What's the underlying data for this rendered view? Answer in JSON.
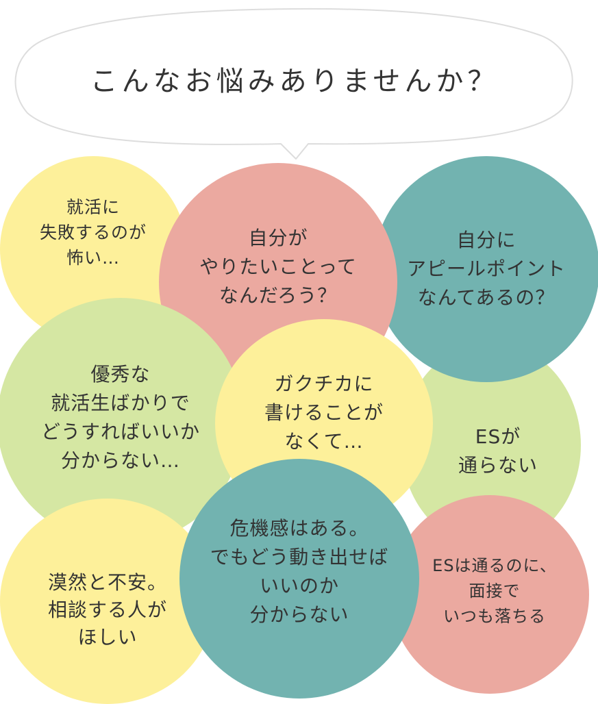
{
  "header": {
    "title": "こんなお悩みありませんか？"
  },
  "colors": {
    "yellow": "#fdf09a",
    "pink": "#eba9a0",
    "teal": "#72b3b0",
    "green": "#d5e7a3",
    "text": "#333333",
    "bubble_stroke": "#dddddd"
  },
  "worries": [
    {
      "color": "yellow",
      "lines": [
        "就活に",
        "失敗するのが",
        "怖い…"
      ]
    },
    {
      "color": "pink",
      "lines": [
        "自分が",
        "やりたいことって",
        "なんだろう？"
      ]
    },
    {
      "color": "teal",
      "lines": [
        "自分に",
        "アピールポイント",
        "なんてあるの？"
      ]
    },
    {
      "color": "green",
      "lines": [
        "優秀な",
        "就活生ばかりで",
        "どうすればいいか",
        "分からない…"
      ]
    },
    {
      "color": "green",
      "lines": [
        "ESが",
        "通らない"
      ]
    },
    {
      "color": "yellow",
      "lines": [
        "ガクチカに",
        "書けることが",
        "なくて…"
      ]
    },
    {
      "color": "yellow",
      "lines": [
        "漠然と不安。",
        "相談する人が",
        "ほしい"
      ]
    },
    {
      "color": "teal",
      "lines": [
        "危機感はある。",
        "でもどう動き出せば",
        "いいのか",
        "分からない"
      ]
    },
    {
      "color": "pink",
      "lines": [
        "ESは通るのに、",
        "面接で",
        "いつも落ちる"
      ]
    }
  ]
}
